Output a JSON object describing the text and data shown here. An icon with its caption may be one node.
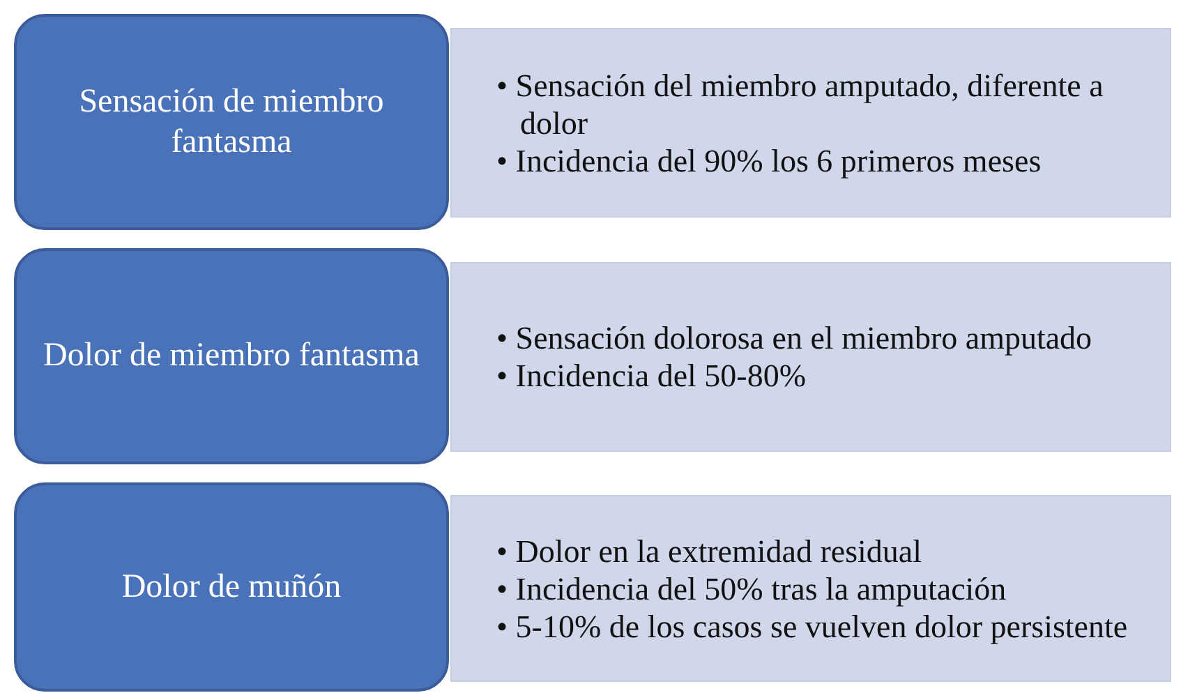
{
  "diagram": {
    "nodes": [
      {
        "text": [
          "Sensación de miembro fantasma"
        ]
      },
      {
        "text": [
          "• Sensación del miembro amputado, diferente a dolor",
          "• Incidencia del 90% los 6 primeros meses"
        ]
      },
      {
        "text": [
          "Dolor de miembro fantasma"
        ]
      },
      {
        "text": [
          "• Sensación dolorosa en el miembro amputado",
          "• Incidencia del 50-80%"
        ]
      },
      {
        "text": [
          "Dolor de muñón"
        ]
      },
      {
        "text": [
          "• Dolor en la extremidad residual",
          "• Incidencia del 50% tras la amputación",
          "• 5-10% de los casos se vuelven dolor persistente"
        ]
      }
    ]
  }
}
